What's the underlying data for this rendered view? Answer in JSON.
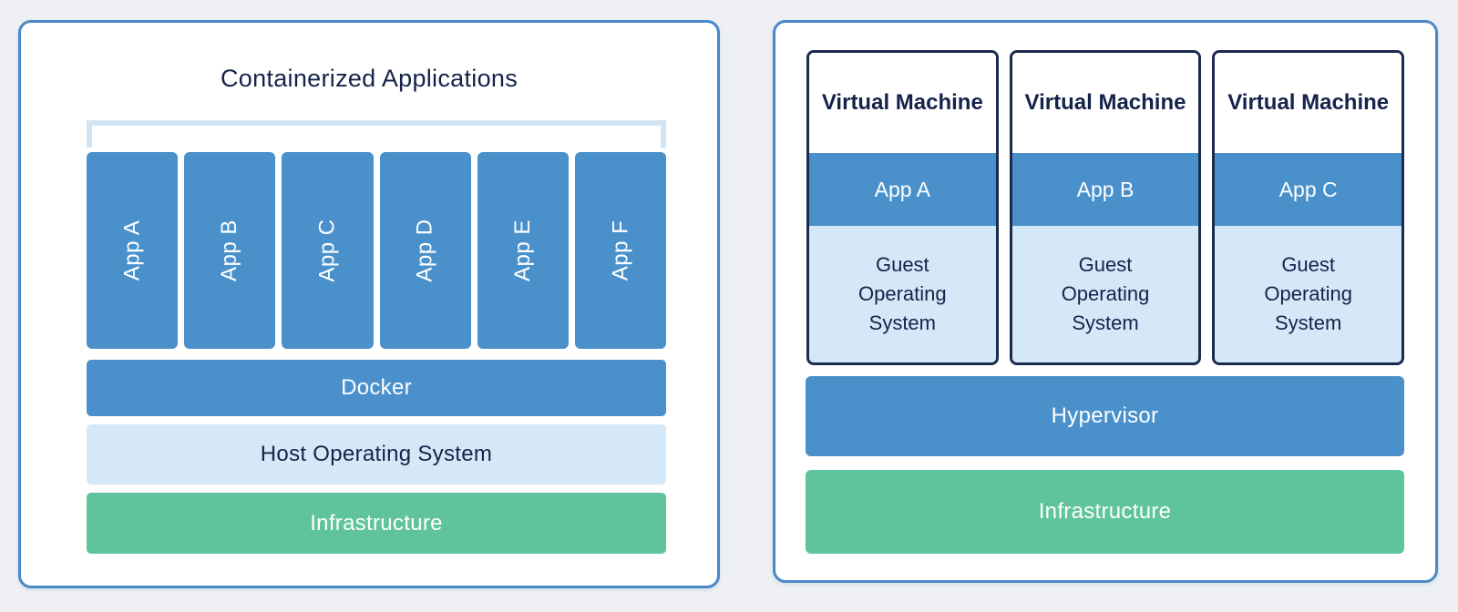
{
  "colors": {
    "page_background": "#eef0f3",
    "panel_border": "#4a89c8",
    "primary_blue": "#4a91cc",
    "light_blue": "#d4e8f8",
    "bracket_blue": "#cfe4f5",
    "green": "#5fc49c",
    "dark_navy_text": "#15234a",
    "vm_card_border": "#1b2b4d",
    "white_text": "#ffffff"
  },
  "left_panel": {
    "title": "Containerized Applications",
    "apps": [
      "App A",
      "App B",
      "App C",
      "App D",
      "App E",
      "App F"
    ],
    "docker_label": "Docker",
    "host_os_label": "Host Operating System",
    "infrastructure_label": "Infrastructure"
  },
  "right_panel": {
    "vms": [
      {
        "title": "Virtual Machine",
        "app": "App A",
        "os": "Guest Operating System"
      },
      {
        "title": "Virtual Machine",
        "app": "App B",
        "os": "Guest Operating System"
      },
      {
        "title": "Virtual Machine",
        "app": "App C",
        "os": "Guest Operating System"
      }
    ],
    "hypervisor_label": "Hypervisor",
    "infrastructure_label": "Infrastructure"
  }
}
